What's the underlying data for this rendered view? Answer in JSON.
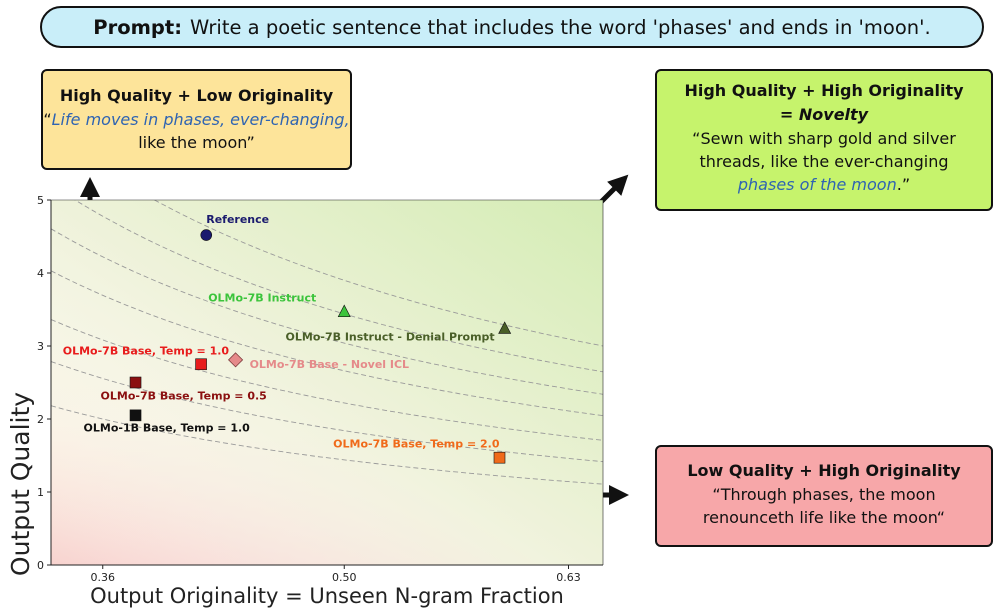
{
  "prompt": {
    "label": "Prompt:",
    "text": "Write a poetic sentence that includes the word 'phases' and ends in 'moon'."
  },
  "callouts": {
    "top_left": {
      "title": "High Quality + Low Originality",
      "quote_open": "“",
      "quote_italic": "Life moves in phases, ever-changing,",
      "quote_rest": " like the moon”"
    },
    "top_right": {
      "title": "High Quality + High Originality",
      "equals": "= ",
      "novelty": "Novelty",
      "quote_main": "“Sewn with sharp gold and silver threads, like the ever-changing",
      "quote_italic": "phases of the moon",
      "quote_end": ".”"
    },
    "bottom_right": {
      "title": "Low Quality + High Originality",
      "quote_line1": "“Through phases, the moon",
      "quote_line2": "renounceth life like the moon“"
    }
  },
  "chart_data": {
    "type": "scatter",
    "xlabel": "Output Originality = Unseen N-gram Fraction",
    "ylabel": "Output Quality",
    "xlim": [
      0.33,
      0.65
    ],
    "ylim": [
      0,
      5
    ],
    "xticks": [
      0.36,
      0.5,
      0.63
    ],
    "xtick_labels": [
      "0.36",
      "0.50",
      "0.63"
    ],
    "yticks": [
      0,
      1,
      2,
      3,
      4,
      5
    ],
    "ytick_labels": [
      "0",
      "1",
      "2",
      "3",
      "4",
      "5"
    ],
    "grid": false,
    "background": "gradient: green (top-right) to pink (bottom-left)",
    "points": [
      {
        "label": "Reference",
        "x": 0.42,
        "y": 4.52,
        "marker": "circle",
        "color": "#1a1a6e",
        "label_color": "#1a1a6e"
      },
      {
        "label": "OLMo-7B Instruct",
        "x": 0.5,
        "y": 3.47,
        "marker": "triangle",
        "color": "#3cc43c",
        "label_color": "#3cc43c"
      },
      {
        "label": "OLMo-7B Instruct - Denial Prompt",
        "x": 0.593,
        "y": 3.24,
        "marker": "triangle",
        "color": "#4a5f28",
        "label_color": "#4a5f28"
      },
      {
        "label": "OLMo-7B Base, Temp = 1.0",
        "x": 0.417,
        "y": 2.75,
        "marker": "square",
        "color": "#e81c1c",
        "label_color": "#e81c1c"
      },
      {
        "label": "OLMo-7B Base - Novel ICL",
        "x": 0.437,
        "y": 2.81,
        "marker": "diamond",
        "color": "#e58a8a",
        "label_color": "#e58a8a"
      },
      {
        "label": "OLMo-7B Base, Temp = 0.5",
        "x": 0.379,
        "y": 2.5,
        "marker": "square",
        "color": "#8b1010",
        "label_color": "#8b1010"
      },
      {
        "label": "OLMo-1B Base, Temp = 1.0",
        "x": 0.379,
        "y": 2.05,
        "marker": "square",
        "color": "#111111",
        "label_color": "#111111"
      },
      {
        "label": "OLMo-7B Base, Temp = 2.0",
        "x": 0.59,
        "y": 1.47,
        "marker": "square",
        "color": "#f06a1a",
        "label_color": "#f06a1a"
      }
    ],
    "iso_curves": "dashed gray contours of constant novelty (quality × originality)"
  }
}
